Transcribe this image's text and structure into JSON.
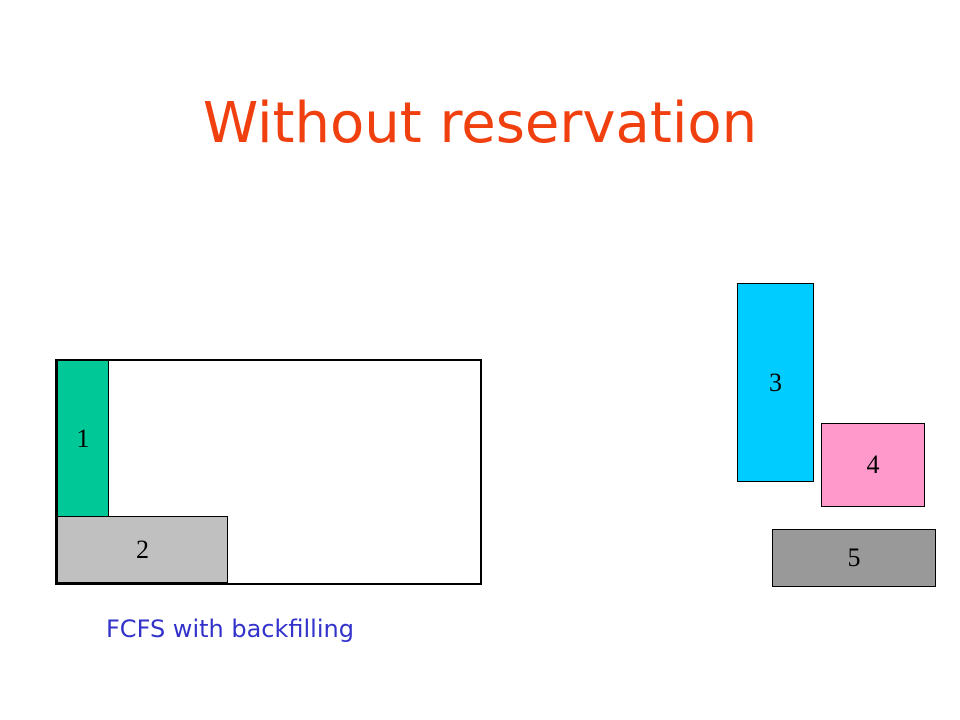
{
  "title": "Without reservation",
  "caption": "FCFS with backfilling",
  "colors": {
    "title": "#f04010",
    "caption": "#3333cc",
    "job_1": "#00c896",
    "job_2": "#c0c0c0",
    "job_3": "#00ccff",
    "job_4": "#ff99cc",
    "job_5": "#999999"
  },
  "scheduled_jobs": [
    {
      "label": "1"
    },
    {
      "label": "2"
    }
  ],
  "queued_jobs": [
    {
      "label": "3"
    },
    {
      "label": "4"
    },
    {
      "label": "5"
    }
  ]
}
